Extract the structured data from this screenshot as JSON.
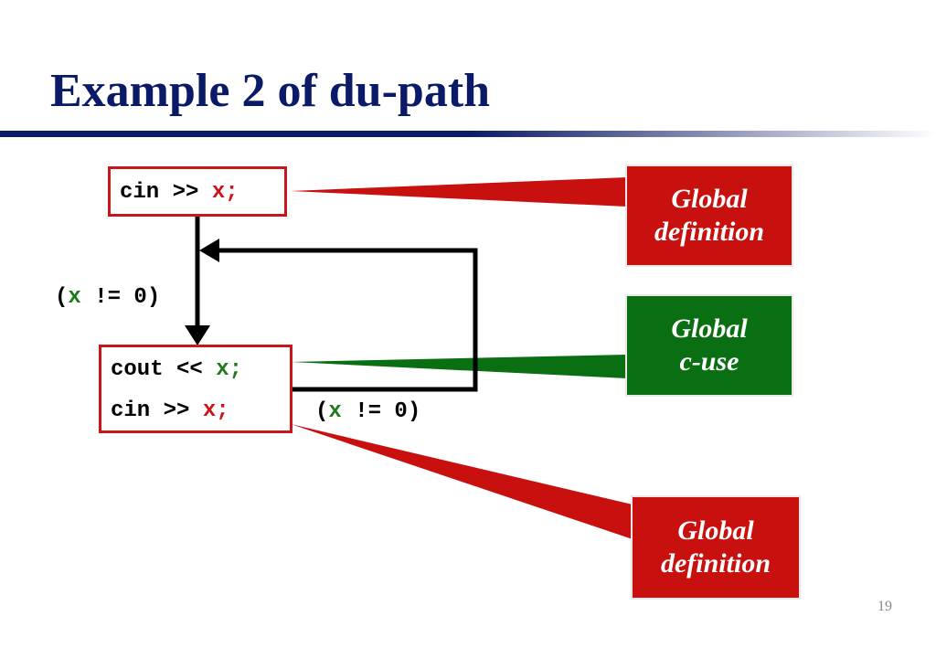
{
  "title": "Example 2 of du-path",
  "box1": {
    "code_prefix": "cin >> ",
    "var": "x;"
  },
  "box2": {
    "line1_prefix": "cout << ",
    "line1_var": "x;",
    "line2_prefix": "cin >> ",
    "line2_var": "x;"
  },
  "cond_left": {
    "open": "(",
    "var": "x",
    "rest": " != 0)"
  },
  "cond_right": {
    "open": "(",
    "var": "x",
    "rest": " != 0)"
  },
  "callouts": {
    "def1": [
      "Global",
      "definition"
    ],
    "cuse": [
      "Global",
      "c-use"
    ],
    "def2": [
      "Global",
      "definition"
    ]
  },
  "colors": {
    "title": "#0b1a66",
    "definition": "#c8100e",
    "c_use": "#0a6e12"
  },
  "page_number": "19"
}
